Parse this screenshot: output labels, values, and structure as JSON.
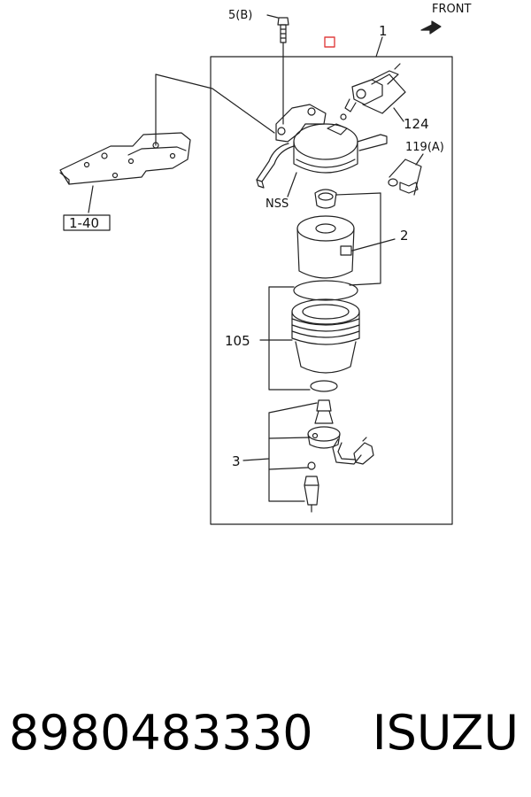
{
  "diagram": {
    "front_label": "FRONT",
    "callouts": {
      "bolt": "5(B)",
      "assembly": "1",
      "sensor": "124",
      "fitting": "119(A)",
      "bracket_ref": "1-40",
      "nss": "NSS",
      "element": "2",
      "case": "105",
      "drain": "3"
    }
  },
  "footer": {
    "part_number": "8980483330",
    "brand": "ISUZU"
  },
  "colors": {
    "line": "#222222",
    "marker": "#e04040"
  }
}
